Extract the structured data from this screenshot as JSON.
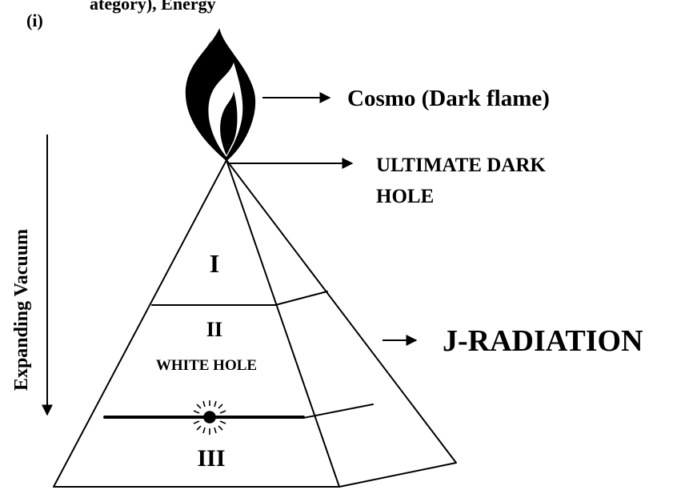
{
  "header_partial": "ategory), Energy",
  "panel_label": "(i)",
  "flame_label": "Cosmo (Dark flame)",
  "apex_label_line1": "ULTIMATE DARK",
  "apex_label_line2": "HOLE",
  "side_label": "Expanding Vacuum",
  "zone_1": "I",
  "zone_2": "II",
  "zone_2_label": "WHITE HOLE",
  "zone_3": "III",
  "radiation_label": "J-RADIATION",
  "colors": {
    "ink": "#000000",
    "background": "#ffffff"
  }
}
